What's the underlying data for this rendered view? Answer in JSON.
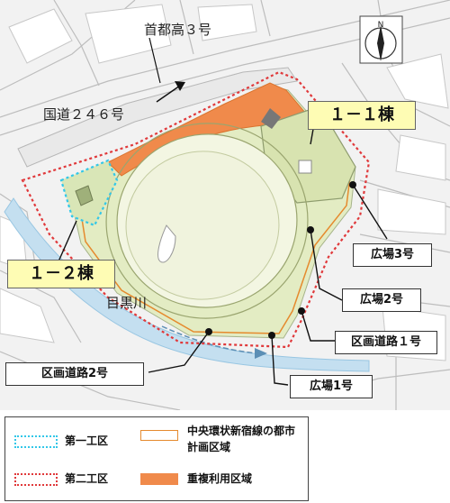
{
  "labels": {
    "expressway": "首都高３号",
    "national_route": "国道２４６号",
    "river": "目黒川",
    "building_1_1": "１－１棟",
    "building_1_2": "１－２棟",
    "plaza_3": "広場3号",
    "plaza_2": "広場2号",
    "plaza_1": "広場1号",
    "road_1": "区画道路１号",
    "road_2": "区画道路2号"
  },
  "compass": {
    "letter": "N"
  },
  "legend": {
    "zone1": "第一工区",
    "zone2": "第二工区",
    "city_plan": "中央環状新宿線の都市計画区域",
    "overlap": "重複利用区域"
  },
  "colors": {
    "zone1_line": "#33c7e8",
    "zone2_line": "#e0393b",
    "city_plan_line": "#e58a2e",
    "overlap_fill": "#f08a4b",
    "park_fill": "#e3ecc3",
    "river_fill": "#c4dff0",
    "label_bg": "#fefcb4"
  }
}
